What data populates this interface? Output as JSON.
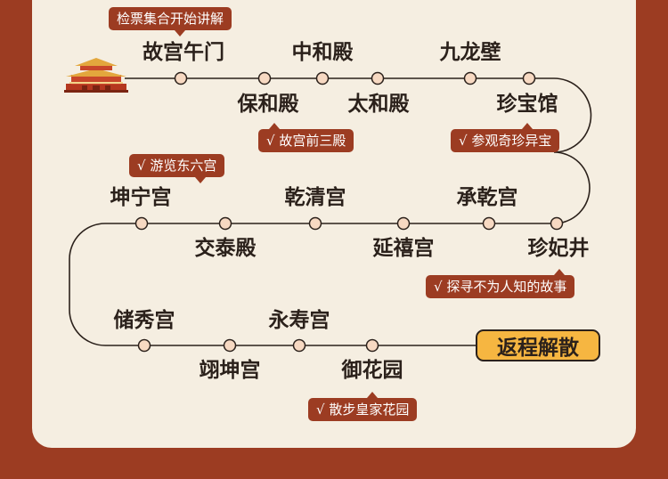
{
  "stops": [
    {
      "id": "wumen",
      "name": "故宫午门"
    },
    {
      "id": "baohedian",
      "name": "保和殿"
    },
    {
      "id": "zhonghedian",
      "name": "中和殿"
    },
    {
      "id": "taihedian",
      "name": "太和殿"
    },
    {
      "id": "jiulongbi",
      "name": "九龙壁"
    },
    {
      "id": "zhenbaoguan",
      "name": "珍宝馆"
    },
    {
      "id": "zhenfeijing",
      "name": "珍妃井"
    },
    {
      "id": "chengqiangong",
      "name": "承乾宫"
    },
    {
      "id": "yanxigong",
      "name": "延禧宫"
    },
    {
      "id": "qianqinggong",
      "name": "乾清宫"
    },
    {
      "id": "jiaotaidian",
      "name": "交泰殿"
    },
    {
      "id": "kunninggong",
      "name": "坤宁宫"
    },
    {
      "id": "chuxiugong",
      "name": "储秀宫"
    },
    {
      "id": "yikungong",
      "name": "翊坤宫"
    },
    {
      "id": "yongshougong",
      "name": "永寿宫"
    },
    {
      "id": "yuhuayuan",
      "name": "御花园"
    }
  ],
  "tags": {
    "start": "检票集合开始讲解",
    "sandian": "√ 故宫前三殿",
    "zhenbao": "√ 参观奇珍异宝",
    "dongliugong": "√ 游览东六宫",
    "gushi": "√ 探寻不为人知的故事",
    "huayuan": "√ 散步皇家花园"
  },
  "end_label": "返程解散",
  "colors": {
    "background": "#9c3c22",
    "panel": "#f5eee1",
    "tag": "#9c3c22",
    "node_fill": "#f7d9c2",
    "end_button": "#f6b641",
    "text": "#2b211b"
  }
}
